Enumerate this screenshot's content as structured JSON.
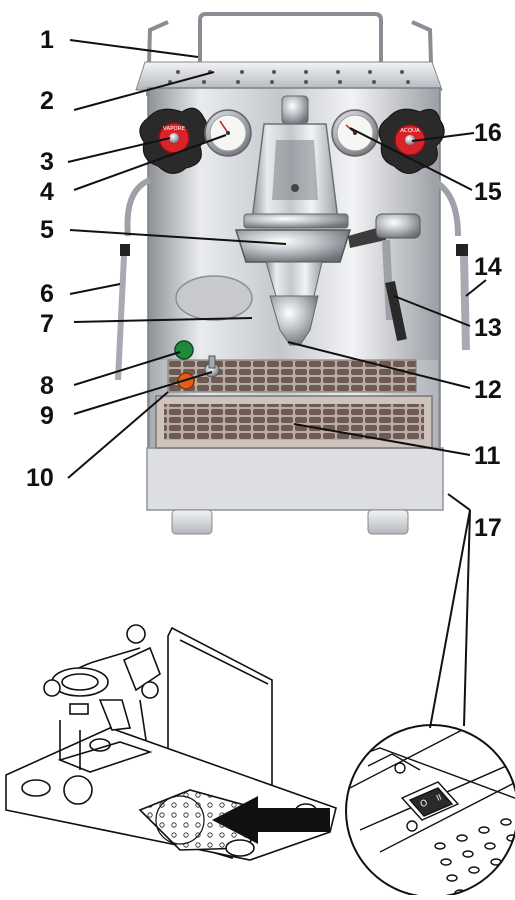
{
  "callouts": [
    {
      "id": "1"
    },
    {
      "id": "2"
    },
    {
      "id": "3"
    },
    {
      "id": "4"
    },
    {
      "id": "5"
    },
    {
      "id": "6"
    },
    {
      "id": "7"
    },
    {
      "id": "8"
    },
    {
      "id": "9"
    },
    {
      "id": "10"
    },
    {
      "id": "11"
    },
    {
      "id": "12"
    },
    {
      "id": "13"
    },
    {
      "id": "14"
    },
    {
      "id": "15"
    },
    {
      "id": "16"
    },
    {
      "id": "17"
    }
  ],
  "knob_left": {
    "text": "VAPORE"
  },
  "knob_right": {
    "text": "ACQUA"
  },
  "switch_marks": {
    "off": "O",
    "on": "II"
  },
  "colors": {
    "steel": "#c9ccd0",
    "knob": "#2a2a2a",
    "knob_red": "#d8232a",
    "lamp_green": "#1f8a3c",
    "lamp_orange": "#e0601a",
    "line": "#111111"
  }
}
